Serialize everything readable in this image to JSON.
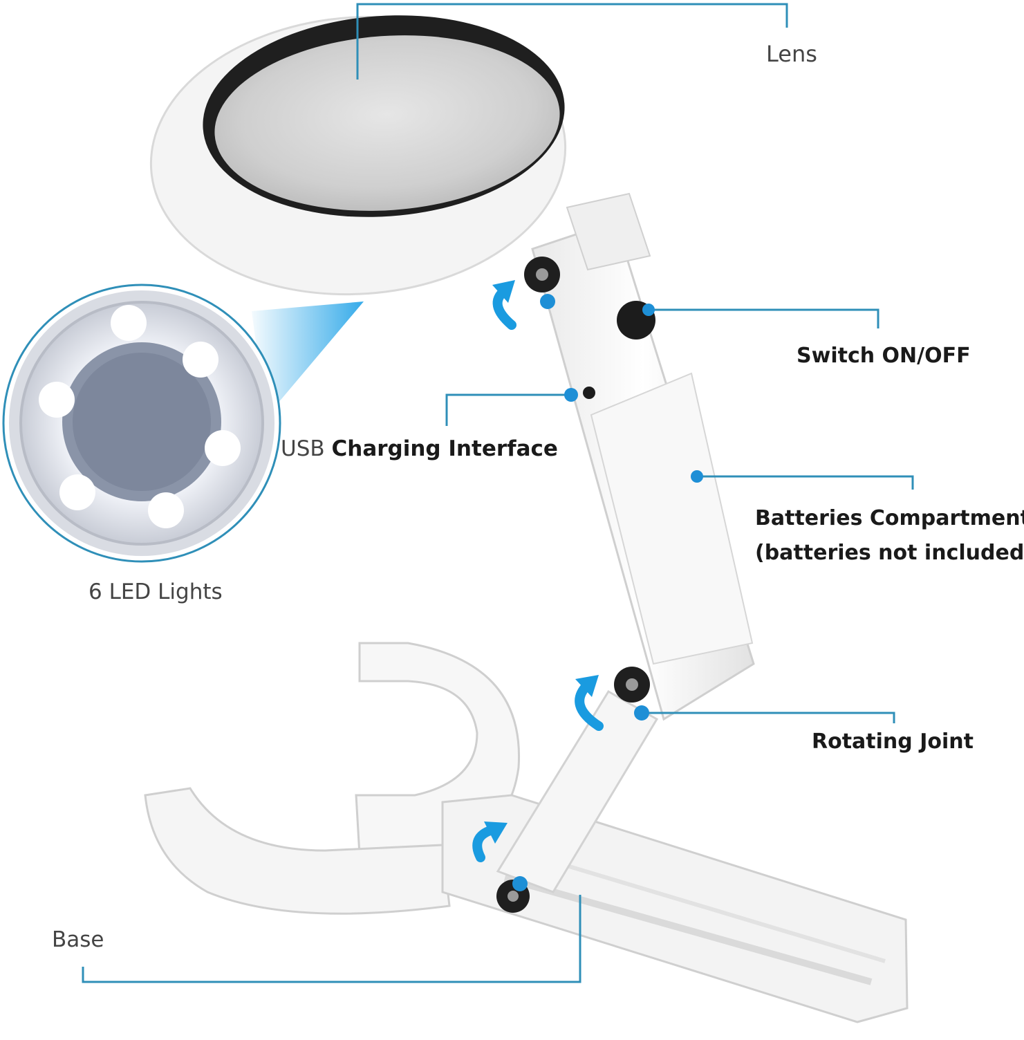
{
  "labels": {
    "lens": "Lens",
    "switch": "Switch ON/OFF",
    "usb_prefix": "USB",
    "usb_rest": "Charging Interface",
    "batteries_line1": "Batteries Compartment",
    "batteries_line2": "(batteries not included )",
    "led": "6 LED Lights",
    "joint": "Rotating Joint",
    "base": "Base"
  },
  "colors": {
    "callout": "#2f8fb8",
    "marker": "#1e8fd6",
    "arrow": "#1a9be0",
    "product": "#f4f4f4"
  },
  "icons": [
    "magnifier-illustration",
    "led-ring-inset",
    "rotate-arrow-icon",
    "joint-screw-icon"
  ]
}
